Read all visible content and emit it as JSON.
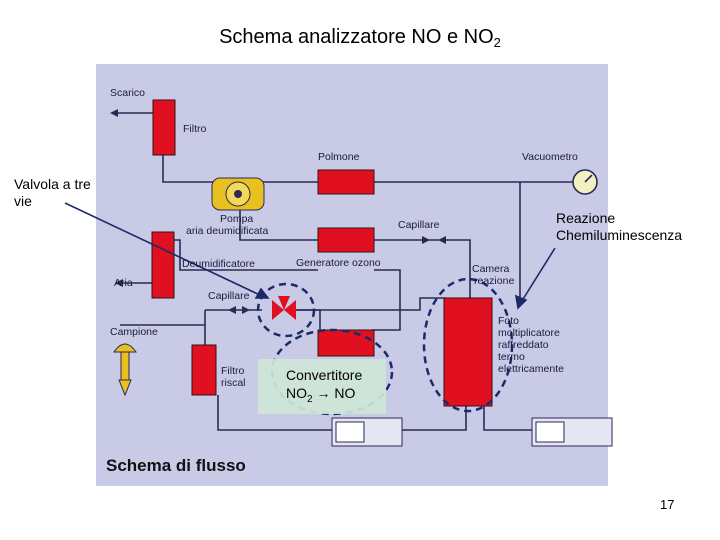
{
  "title_main": "Schema analizzatore NO e NO",
  "title_sub": "2",
  "diagram_labels": {
    "scarico": "Scarico",
    "filtro": "Filtro",
    "polmone": "Polmone",
    "vacuometro": "Vacuometro",
    "pompa": "Pompa",
    "aria_deumidificata": "aria deumidificata",
    "capillare_top": "Capillare",
    "aria": "Aria",
    "deumidificatore": "Deumidificatore",
    "generatore_ozono": "Generatore ozono",
    "camera": "Camera",
    "reazione": "reazione",
    "capillare_left": "Capillare",
    "campione": "Campione",
    "foto": "Foto",
    "moltiplicatore": "moltiplicatore",
    "raffreddato": "raffreddato",
    "termo": "termo",
    "elettricamente": "elettricamente",
    "filtro2": "Filtro",
    "riscal": "riscal"
  },
  "callouts": {
    "valvola_line1": "Valvola a tre",
    "valvola_line2": "vie",
    "reazione_line1": "Reazione",
    "reazione_line2": "Chemiluminescenza"
  },
  "convertitore": {
    "line1": "Convertitore",
    "line2_pre": "NO",
    "line2_sub": "2",
    "line2_post": "NO"
  },
  "footer": "Schema di flusso",
  "page_number": "17",
  "colors": {
    "panel": "#c9cbe6",
    "component_red": "#e01020",
    "pipe": "#2a2a55",
    "annotation": "#1c2a6a",
    "pump_yellow": "#e8c020"
  }
}
